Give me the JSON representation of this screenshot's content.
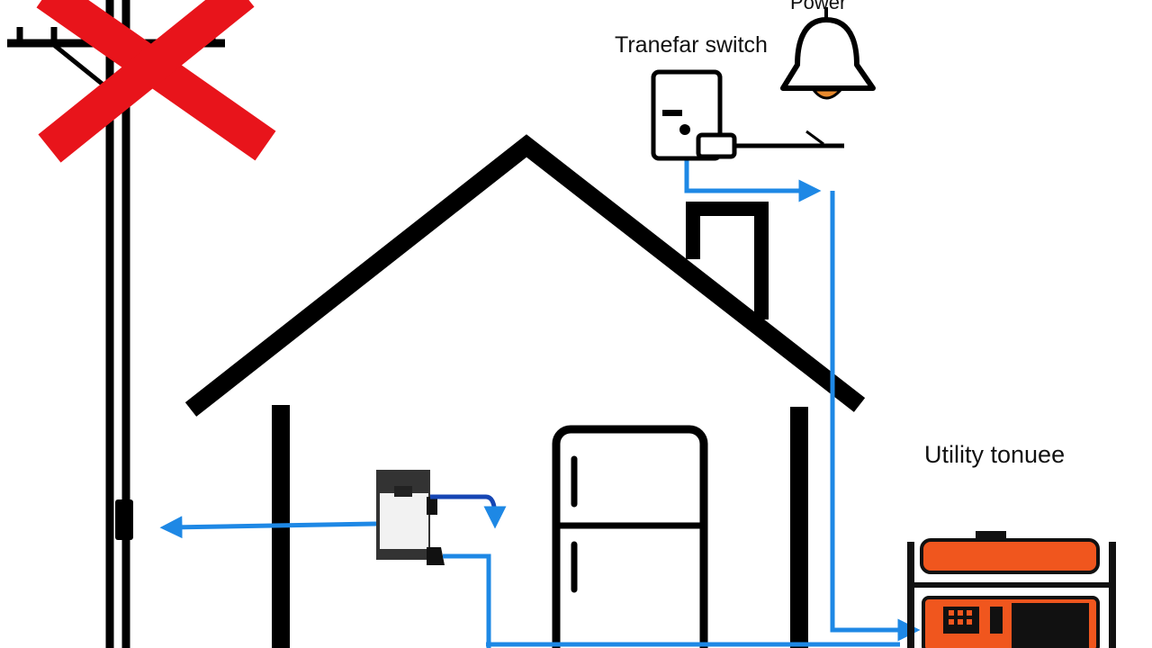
{
  "labels": {
    "power": "Power",
    "transfer_switch": "Tranefar switch",
    "utility": "Utility tonuee"
  },
  "colors": {
    "outline": "#000000",
    "cross": "#e8141b",
    "wire": "#1e88e5",
    "wire_dark": "#1646b4",
    "generator": "#f0561e",
    "bell": "#e88a2e"
  },
  "icons": [
    "utility-pole-icon",
    "cross-icon",
    "bell-icon",
    "house-icon",
    "refrigerator-icon",
    "generator-icon",
    "outlet-icon",
    "transfer-switch-icon"
  ]
}
